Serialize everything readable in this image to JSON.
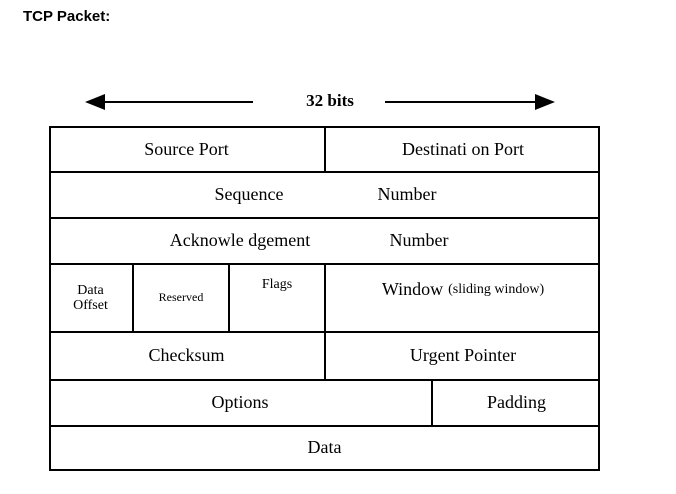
{
  "title": "TCP Packet:",
  "width_label": "32 bits",
  "fields": {
    "source_port": "Source Port",
    "destination_port": "Destinati on Port",
    "sequence_word1": "Sequence",
    "sequence_word2": "Number",
    "ack_word1": "Acknowle dgement",
    "ack_word2": "Number",
    "data_offset_line1": "Data",
    "data_offset_line2": "Offset",
    "reserved": "Reserved",
    "flags": "Flags",
    "window": "Window",
    "window_note": "(sliding window)",
    "checksum": "Checksum",
    "urgent_pointer": "Urgent Pointer",
    "options": "Options",
    "padding": "Padding",
    "data": "Data"
  }
}
